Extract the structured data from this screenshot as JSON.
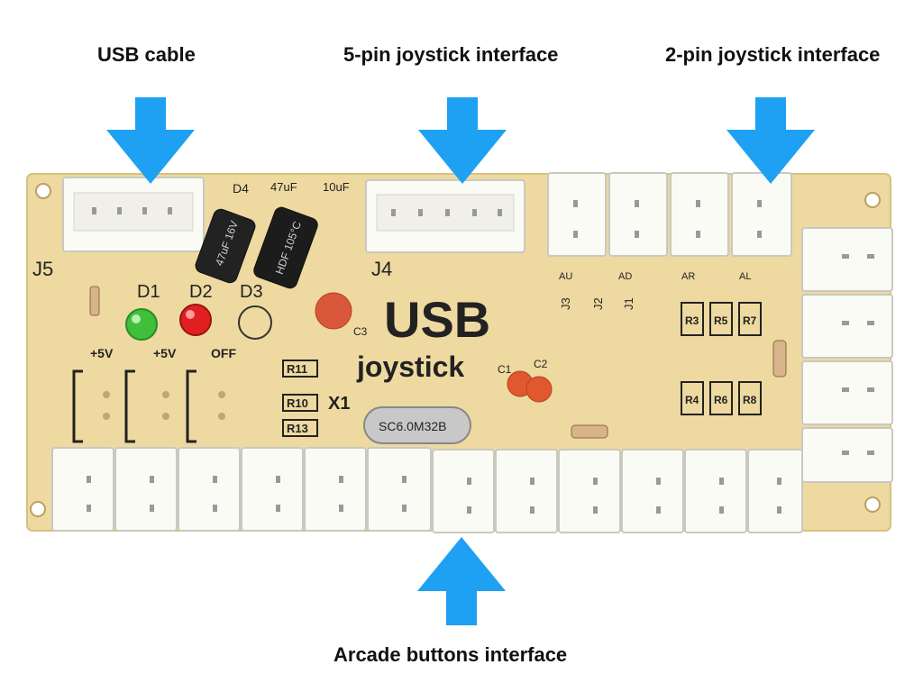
{
  "callouts": {
    "usb_cable": "USB cable",
    "five_pin": "5-pin joystick interface",
    "two_pin": "2-pin joystick interface",
    "arcade_buttons": "Arcade buttons interface"
  },
  "board": {
    "brand_big": "USB",
    "brand_small": "joystick",
    "connectors": {
      "j5": "J5",
      "j4": "J4",
      "j3": "J3",
      "j2": "J2",
      "j1": "J1"
    },
    "leds": {
      "d1": "D1",
      "d2": "D2",
      "d3": "D3",
      "d4": "D4"
    },
    "power_labels": [
      "+5V",
      "+5V",
      "OFF"
    ],
    "caps": {
      "c47": "47uF",
      "c10": "10uF",
      "cap1": "47uF 16V",
      "cap2": "HDF 105°C"
    },
    "direction_labels": [
      "AU",
      "AD",
      "AR",
      "AL"
    ],
    "resistors_top": [
      "R3",
      "R5",
      "R7"
    ],
    "resistors_bottom": [
      "R4",
      "R6",
      "R8"
    ],
    "resistors_left": [
      "R11",
      "R10",
      "R13"
    ],
    "crystal_label": "X1",
    "crystal": "SC6.0M32B",
    "ceramic_caps": [
      "C1",
      "C2"
    ],
    "cap_c3": "C3"
  },
  "colors": {
    "arrow": "#1ea1f2",
    "pcb": "#eed9a0",
    "connector": "#fbfbf6"
  }
}
